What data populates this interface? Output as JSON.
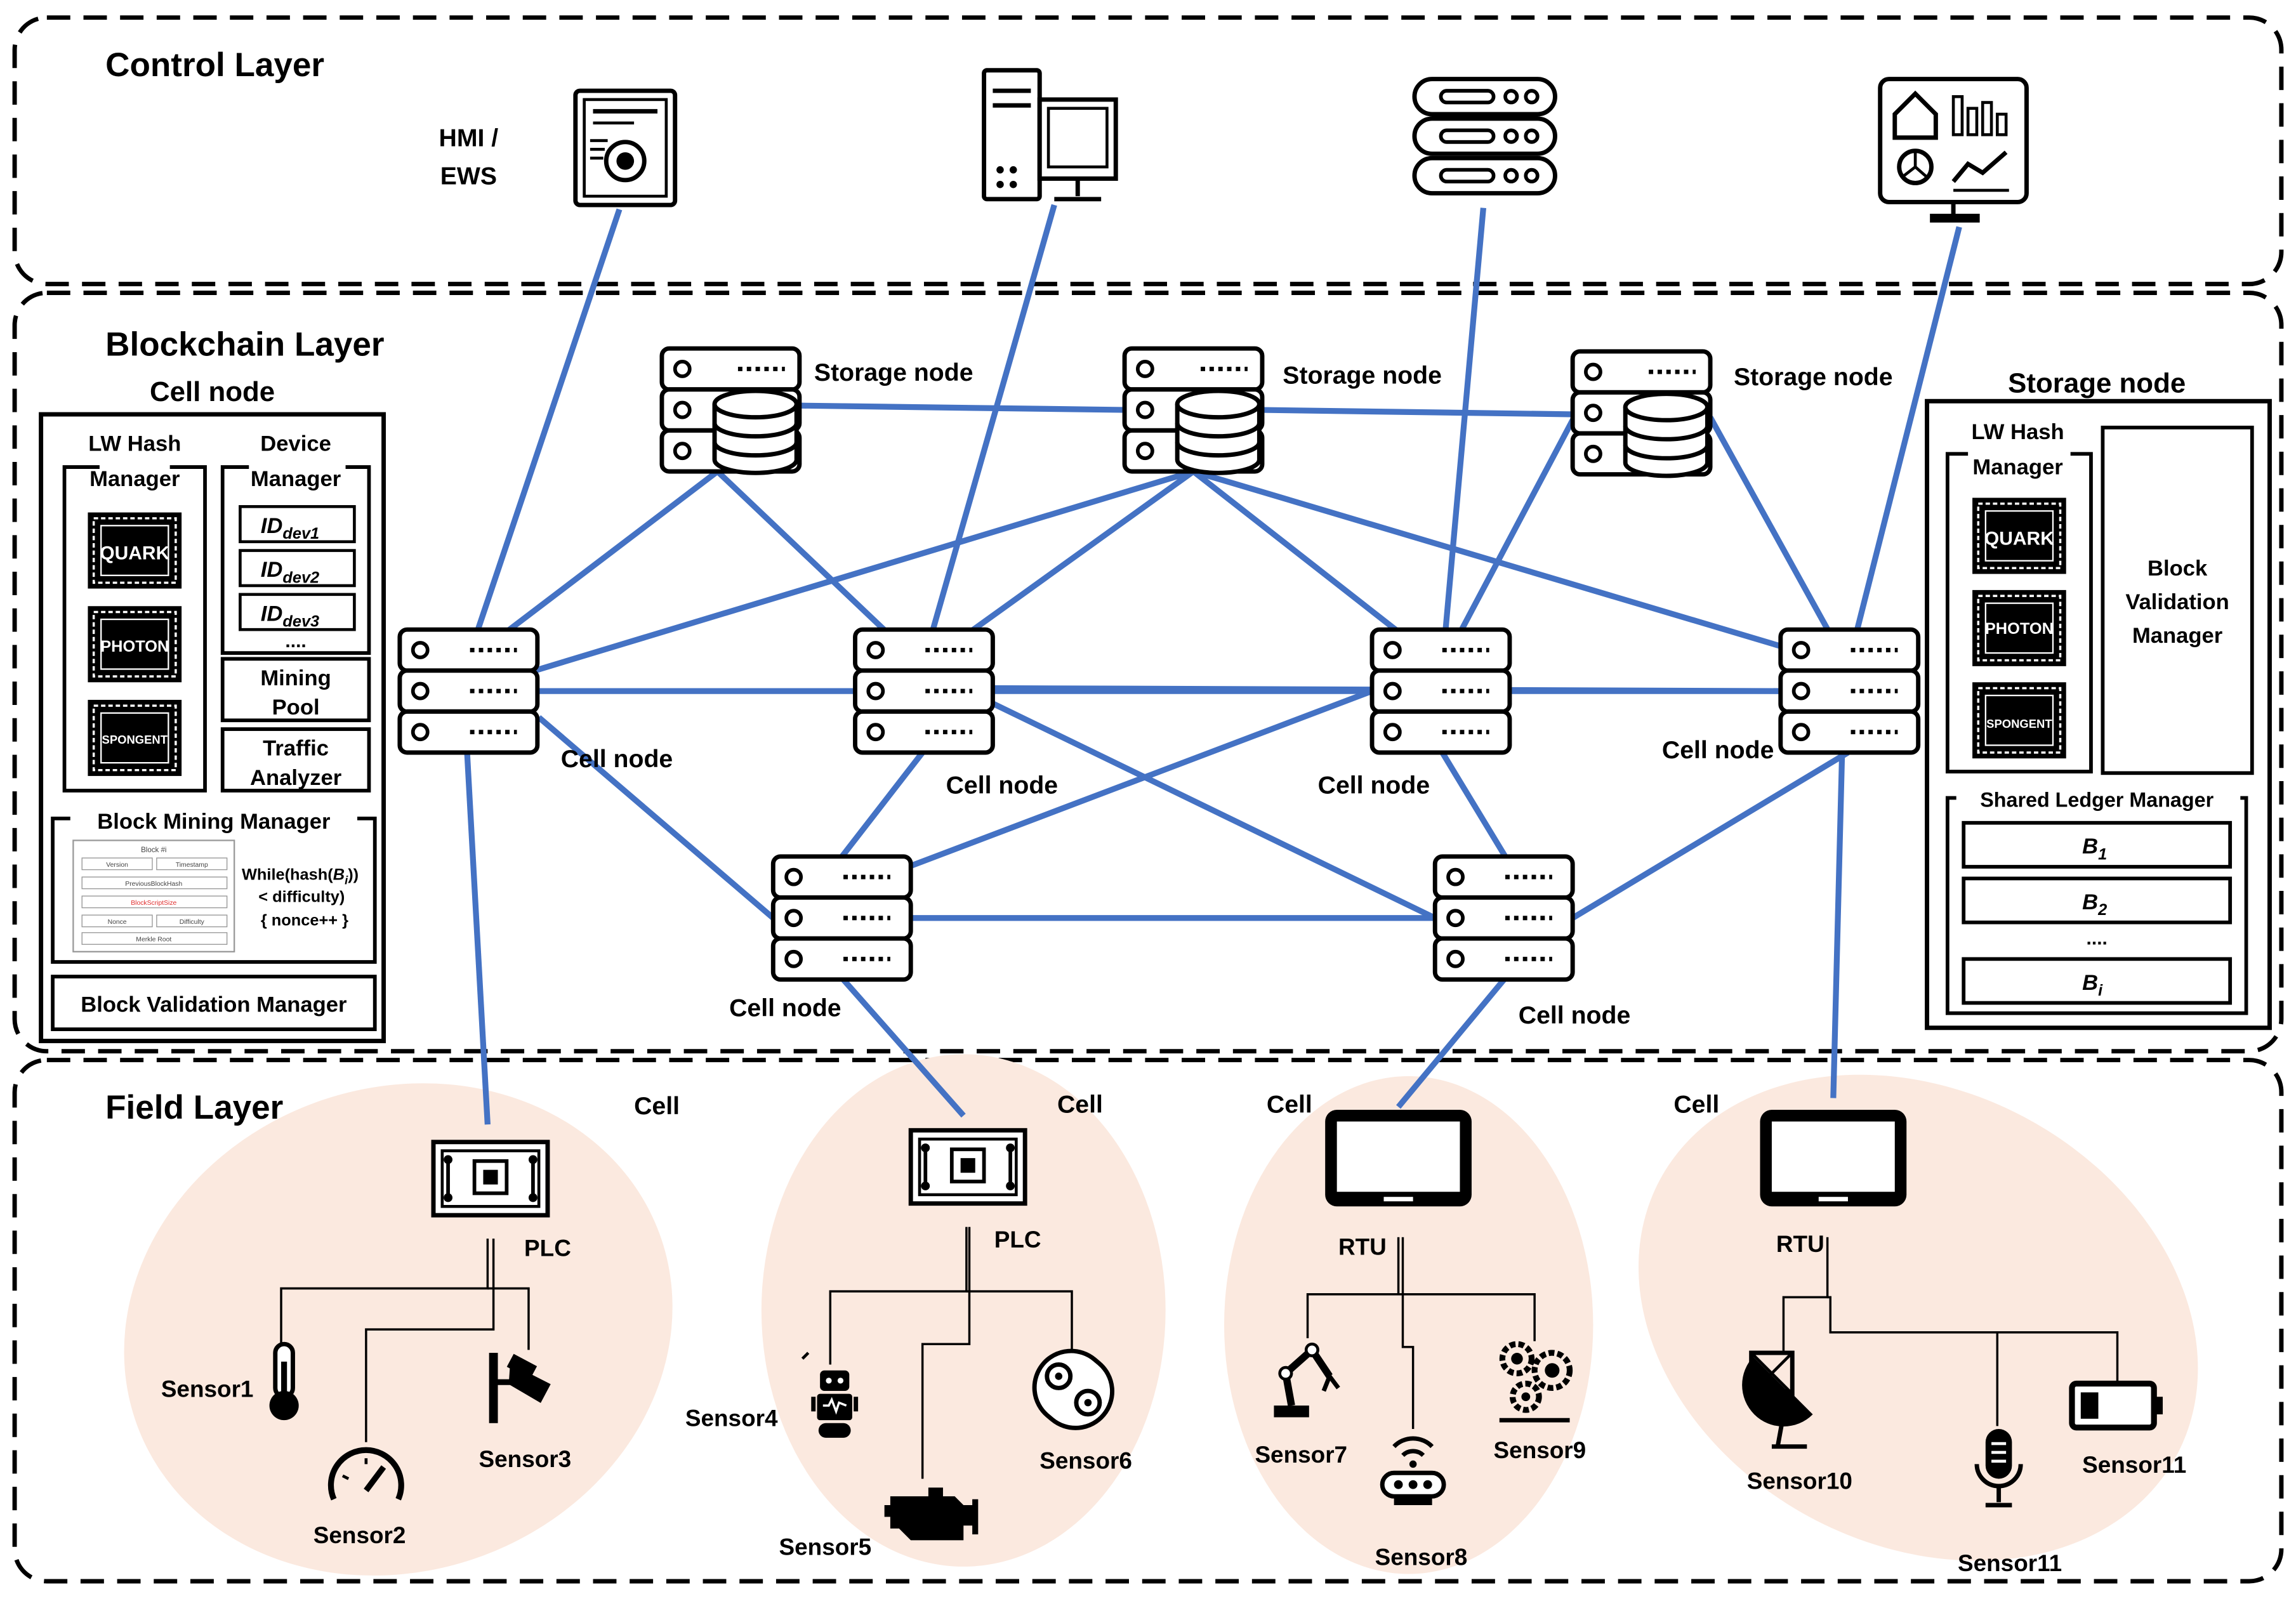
{
  "layers": {
    "control": "Control Layer",
    "blockchain": "Blockchain Layer",
    "field": "Field Layer"
  },
  "control": {
    "hmi_label_1": "HMI /",
    "hmi_label_2": "EWS"
  },
  "storage_node_label": "Storage node",
  "cell_node_label": "Cell node",
  "cell_detail": {
    "title": "Cell node",
    "lw_hash_1": "LW Hash",
    "lw_hash_2": "Manager",
    "device_1": "Device",
    "device_2": "Manager",
    "quark": "QUARK",
    "photon": "PHOTON",
    "spongent": "SPONGENT",
    "dev_base": "ID",
    "dev_sub": [
      "dev1",
      "dev2",
      "dev3"
    ],
    "dots": "....",
    "mining_1": "Mining",
    "mining_2": "Pool",
    "traffic_1": "Traffic",
    "traffic_2": "Analyzer",
    "block_mining": "Block Mining Manager",
    "block_fields": [
      "Block #i",
      "Version",
      "Timestamp",
      "PreviousBlockHash",
      "BlockScriptSize",
      "Nonce",
      "Difficulty",
      "Merkle Root"
    ],
    "while_1": "While(hash(",
    "while_b": "B",
    "while_i": "i",
    "while_2": "))",
    "while_3": "< difficulty)",
    "while_4": "{ nonce++ }",
    "block_validation": "Block Validation Manager"
  },
  "storage_detail": {
    "title": "Storage node",
    "lw_hash_1": "LW Hash",
    "lw_hash_2": "Manager",
    "quark": "QUARK",
    "photon": "PHOTON",
    "spongent": "SPONGENT",
    "bvm_1": "Block",
    "bvm_2": "Validation",
    "bvm_3": "Manager",
    "shared_ledger": "Shared Ledger Manager",
    "block_base": "B",
    "block_subs": [
      "1",
      "2",
      "i"
    ],
    "dots": "...."
  },
  "field": {
    "cell_label": "Cell",
    "plc": "PLC",
    "rtu": "RTU",
    "sensors": [
      "Sensor1",
      "Sensor2",
      "Sensor3",
      "Sensor4",
      "Sensor5",
      "Sensor6",
      "Sensor7",
      "Sensor8",
      "Sensor9",
      "Sensor10",
      "Sensor11",
      "Sensor11"
    ]
  },
  "colors": {
    "link": "#4472C4",
    "cell_fill": "#FBE9DF",
    "dash_border": "#000000"
  }
}
